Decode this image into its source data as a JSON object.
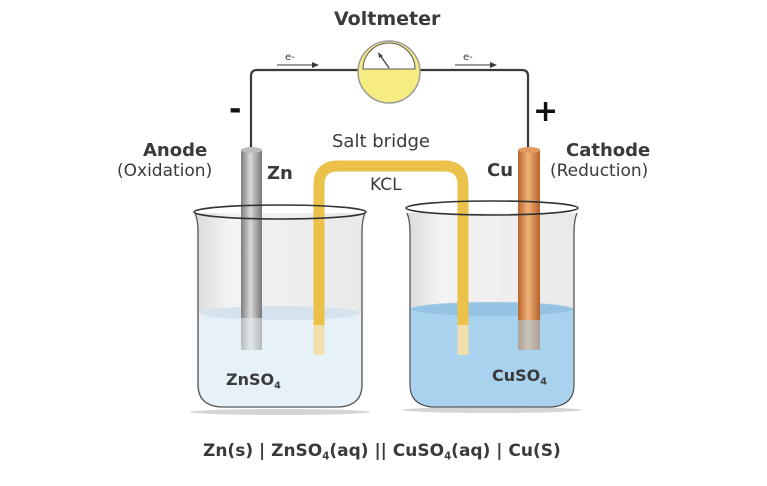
{
  "title": "Voltmeter",
  "electron_flow_left": "e-",
  "electron_flow_right": "e-",
  "terminal_negative": "-",
  "terminal_positive": "+",
  "anode": {
    "label": "Anode",
    "process": "(Oxidation)",
    "electrode": "Zn"
  },
  "cathode": {
    "label": "Cathode",
    "process": "(Reduction)",
    "electrode": "Cu"
  },
  "salt_bridge": {
    "label": "Salt bridge",
    "electrolyte": "KCL"
  },
  "left_solution": {
    "base": "ZnSO",
    "sub": "4"
  },
  "right_solution": {
    "base": "CuSO",
    "sub": "4"
  },
  "cell_notation": [
    {
      "text": "Zn(s) |  ZnSO"
    },
    {
      "sub": "4"
    },
    {
      "text": "(aq) || CuSO"
    },
    {
      "sub": "4"
    },
    {
      "text": "(aq) | Cu(S)"
    }
  ],
  "colors": {
    "voltmeter": "#f5ec82",
    "salt_bridge": "#ebc14a",
    "copper": "#cf7f3c",
    "zinc": "#9a9a9a",
    "znso4": "#e6f1f8",
    "cuso4": "#a9d2ef",
    "wire": "#3a3a3a"
  }
}
